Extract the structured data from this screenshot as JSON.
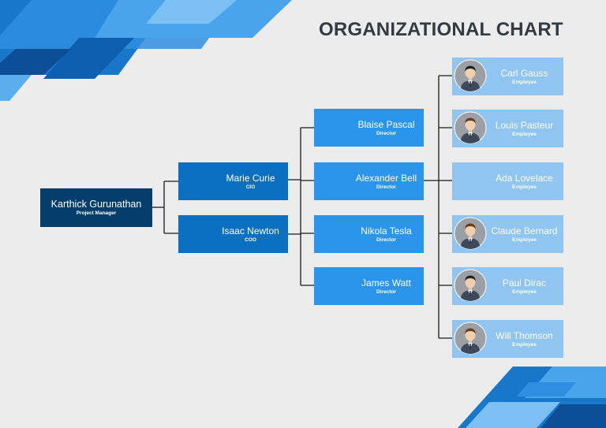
{
  "title": "ORGANIZATIONAL CHART",
  "colors": {
    "background": "#ececed",
    "project_manager": "#063e6b",
    "executive": "#0b70c0",
    "director": "#2a95ea",
    "employee": "#8fc5f0",
    "connector": "#1a1a1a"
  },
  "org": {
    "project_manager": {
      "name": "Karthick Gurunathan",
      "role": "Project Manager"
    },
    "executives": [
      {
        "name": "Marie Curie",
        "role": "CIO"
      },
      {
        "name": "Isaac Newton",
        "role": "COO"
      }
    ],
    "directors": [
      {
        "name": "Blaise Pascal",
        "role": "Director"
      },
      {
        "name": "Alexander Bell",
        "role": "Director"
      },
      {
        "name": "Nikola Tesla",
        "role": "Director"
      },
      {
        "name": "James Watt",
        "role": "Director"
      }
    ],
    "employees": [
      {
        "name": "Carl Gauss",
        "role": "Employee",
        "avatar": "person-avatar-icon",
        "hair": "dark"
      },
      {
        "name": "Louis Pasteur",
        "role": "Employee",
        "avatar": "person-avatar-icon",
        "hair": "brown"
      },
      {
        "name": "Ada Lovelace",
        "role": "Employee",
        "avatar": ""
      },
      {
        "name": "Claude Bernard",
        "role": "Employee",
        "avatar": "person-avatar-icon",
        "hair": "brown"
      },
      {
        "name": "Paul Dirac",
        "role": "Employee",
        "avatar": "person-avatar-icon",
        "hair": "dark"
      },
      {
        "name": "Will Thomson",
        "role": "Employee",
        "avatar": "person-avatar-icon",
        "hair": "brown"
      }
    ]
  }
}
